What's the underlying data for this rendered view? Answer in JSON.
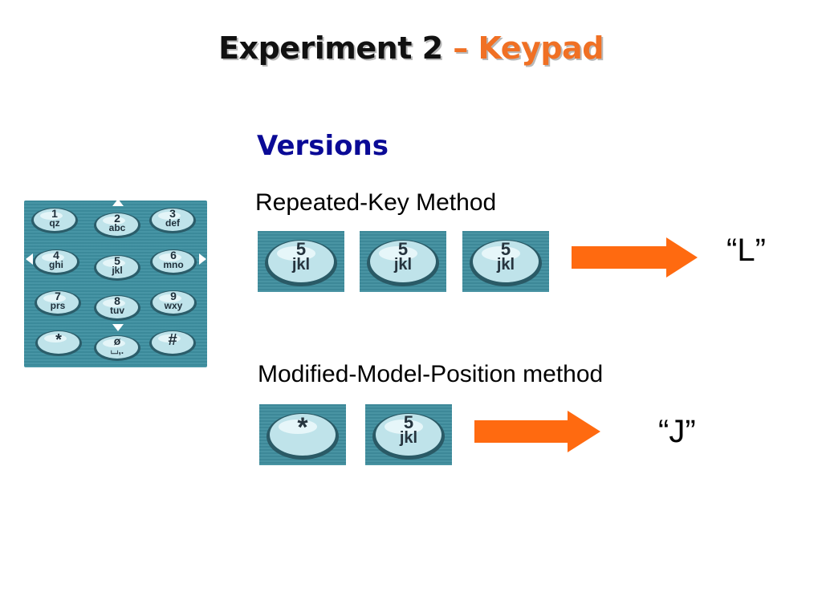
{
  "title": {
    "main": "Experiment 2 ",
    "accent": "– Keypad"
  },
  "versions_heading": "Versions",
  "methods": {
    "repeated": {
      "label": "Repeated-Key Method",
      "keys": [
        {
          "digit": "5",
          "letters": "jkl"
        },
        {
          "digit": "5",
          "letters": "jkl"
        },
        {
          "digit": "5",
          "letters": "jkl"
        }
      ],
      "result": "“L”"
    },
    "modified": {
      "label": "Modified-Model-Position method",
      "keys": [
        {
          "symbol": "*"
        },
        {
          "digit": "5",
          "letters": "jkl"
        }
      ],
      "result": "“J”"
    }
  },
  "keypad": {
    "keys": [
      {
        "digit": "1",
        "letters": "qz"
      },
      {
        "digit": "2",
        "letters": "abc"
      },
      {
        "digit": "3",
        "letters": "def"
      },
      {
        "digit": "4",
        "letters": "ghi"
      },
      {
        "digit": "5",
        "letters": "jkl"
      },
      {
        "digit": "6",
        "letters": "mno"
      },
      {
        "digit": "7",
        "letters": "prs"
      },
      {
        "digit": "8",
        "letters": "tuv"
      },
      {
        "digit": "9",
        "letters": "wxy"
      },
      {
        "symbol": "*"
      },
      {
        "digit": "ø",
        "letters": "⌴,."
      },
      {
        "symbol": "#"
      }
    ]
  },
  "colors": {
    "title": "#111111",
    "accent": "#f07024",
    "versions": "#0a0a96",
    "arrow": "#ff6a10",
    "keypad_bg": "#3d8fa0",
    "key_face": "#bfe3ea"
  }
}
